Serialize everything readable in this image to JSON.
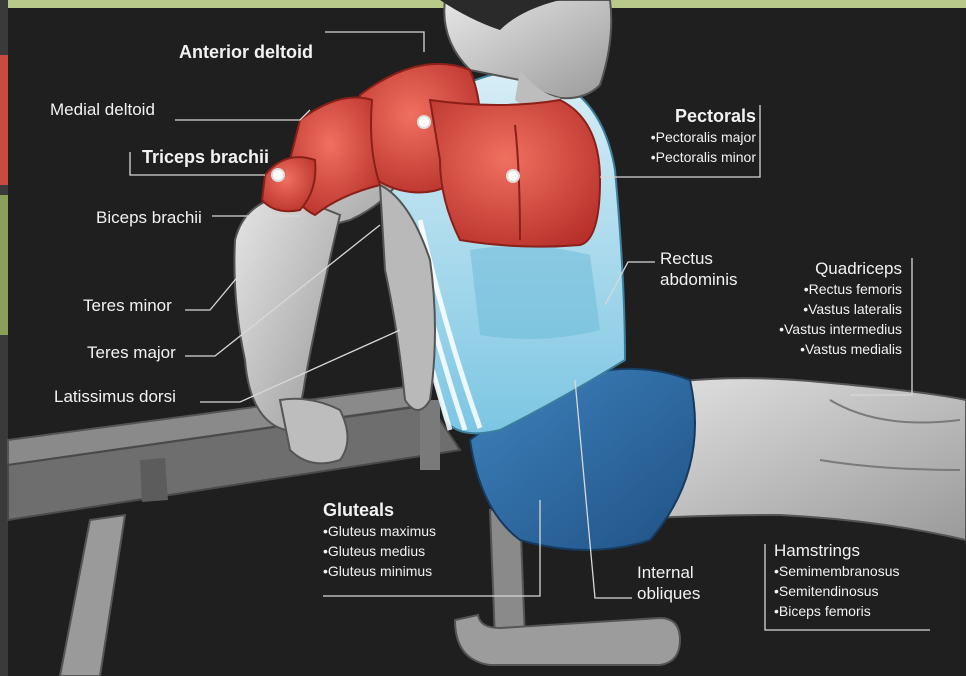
{
  "labels": {
    "anterior_deltoid": "Anterior deltoid",
    "medial_deltoid": "Medial deltoid",
    "triceps_brachii": "Triceps brachii",
    "biceps_brachii": "Biceps brachii",
    "teres_minor": "Teres minor",
    "teres_major": "Teres major",
    "latissimus_dorsi": "Latissimus dorsi",
    "pectorals": {
      "title": "Pectorals",
      "items": [
        "Pectoralis major",
        "Pectoralis minor"
      ]
    },
    "rectus_abdominis": [
      "Rectus",
      "abdominis"
    ],
    "quadriceps": {
      "title": "Quadriceps",
      "items": [
        "Rectus femoris",
        "Vastus lateralis",
        "Vastus intermedius",
        "Vastus medialis"
      ]
    },
    "gluteals": {
      "title": "Gluteals",
      "items": [
        "Gluteus maximus",
        "Gluteus medius",
        "Gluteus minimus"
      ]
    },
    "internal_obliques": [
      "Internal",
      "obliques"
    ],
    "hamstrings": {
      "title": "Hamstrings",
      "items": [
        "Semimembranosus",
        "Semitendinosus",
        "Biceps femoris"
      ]
    }
  },
  "colors": {
    "background": "#1f1f1f",
    "primary_muscle": "#d9463a",
    "shirt": "#9fd6ea",
    "shorts": "#2f6fa8",
    "skin": "#cfcfcf",
    "leader_line": "#d8d8d8"
  }
}
